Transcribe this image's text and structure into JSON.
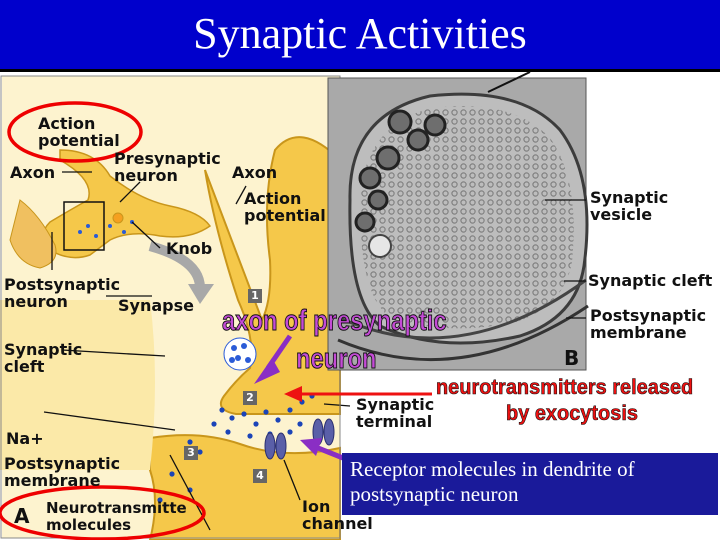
{
  "title": "Synaptic Activities",
  "figure": {
    "panel_a_labels": {
      "action_potential_top": "Action potential",
      "axon_left": "Axon",
      "presynaptic_neuron": "Presynaptic neuron",
      "axon_right": "Axon",
      "action_potential_right": "Action potential",
      "knob": "Knob",
      "postsynaptic_neuron": "Postsynaptic neuron",
      "synapse": "Synapse",
      "synaptic_cleft": "Synaptic cleft",
      "synaptic_terminal": "Synaptic terminal",
      "na_plus": "Na+",
      "postsynaptic_membrane": "Postsynaptic membrane",
      "neurotransmitter_molecules": "Neurotransmitte molecules",
      "ion_channel": "Ion channel",
      "panel_letter": "A",
      "steps": [
        "1",
        "2",
        "3",
        "4"
      ]
    },
    "panel_b_labels": {
      "synaptic_vesicle": "Synaptic vesicle",
      "synaptic_cleft": "Synaptic cleft",
      "postsynaptic_membrane": "Postsynaptic membrane",
      "panel_letter": "B"
    }
  },
  "annotations": {
    "axon_callout": "axon of presynaptic neuron",
    "axon_callout_lines": [
      "axon of presynaptic",
      "neuron"
    ],
    "exocytosis_callout_lines": [
      "neurotransmitters released",
      "by exocytosis"
    ],
    "receptor_box": "Receptor molecules in dendrite of postsynaptic neuron"
  },
  "colors": {
    "title_bar": "#0000cc",
    "neuron_fill": "#f5c84a",
    "cell_fill": "#fbe9a8",
    "highlight_ring": "#ee0000",
    "purple_callout": "#c44bd6",
    "red_callout": "#ee1111",
    "receptor_box": "#1a1a9a"
  }
}
